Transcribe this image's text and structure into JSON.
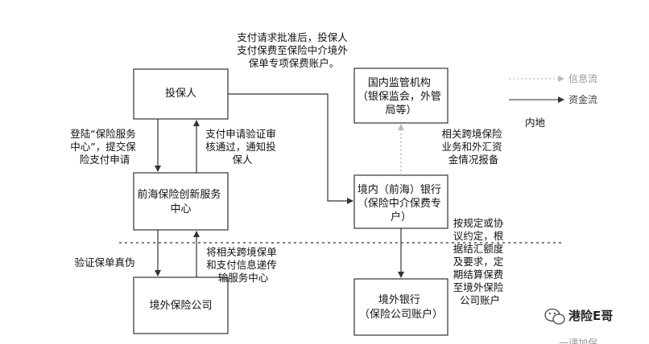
{
  "boxes": {
    "policyholder": "投保人",
    "qianhai_center": [
      "前海保险创新服务",
      "中心"
    ],
    "overseas_insurer": "境外保险公司",
    "regulator": [
      "国内监管机构",
      "（银保监会，外管",
      "局等）"
    ],
    "domestic_bank": [
      "境内（前海）银行",
      "（保险中介保费专",
      "户）"
    ],
    "overseas_bank": [
      "境外银行",
      "（保险公司账户）"
    ]
  },
  "notes": {
    "top_transfer": [
      "支付请求批准后，投保人",
      "支付保费至保险中介境外",
      "保单专项保费账户。"
    ],
    "login_submit": [
      "登陆“保险服务",
      "中心”，提交保",
      "险支付申请"
    ],
    "verify_notify": [
      "支付申请验证审",
      "核通过，通知投",
      "保人"
    ],
    "verify_policy": "验证保单真伪",
    "forward_info": [
      "将相关跨境保单",
      "和支付信息递传",
      "输服务中心"
    ],
    "report": [
      "相关跨境保险",
      "业务和外汇资",
      "金情况报备"
    ],
    "settle": [
      "按规定或协",
      "议约定，根",
      "据结汇额度",
      "及要求，定",
      "期结算保费",
      "至境外保险",
      "公司账户"
    ]
  },
  "legend": {
    "info_flow": "信息流",
    "fund_flow": "资金流"
  },
  "region_label": "内地",
  "watermark": "港险E哥",
  "bottom_watermark": "一课加保"
}
